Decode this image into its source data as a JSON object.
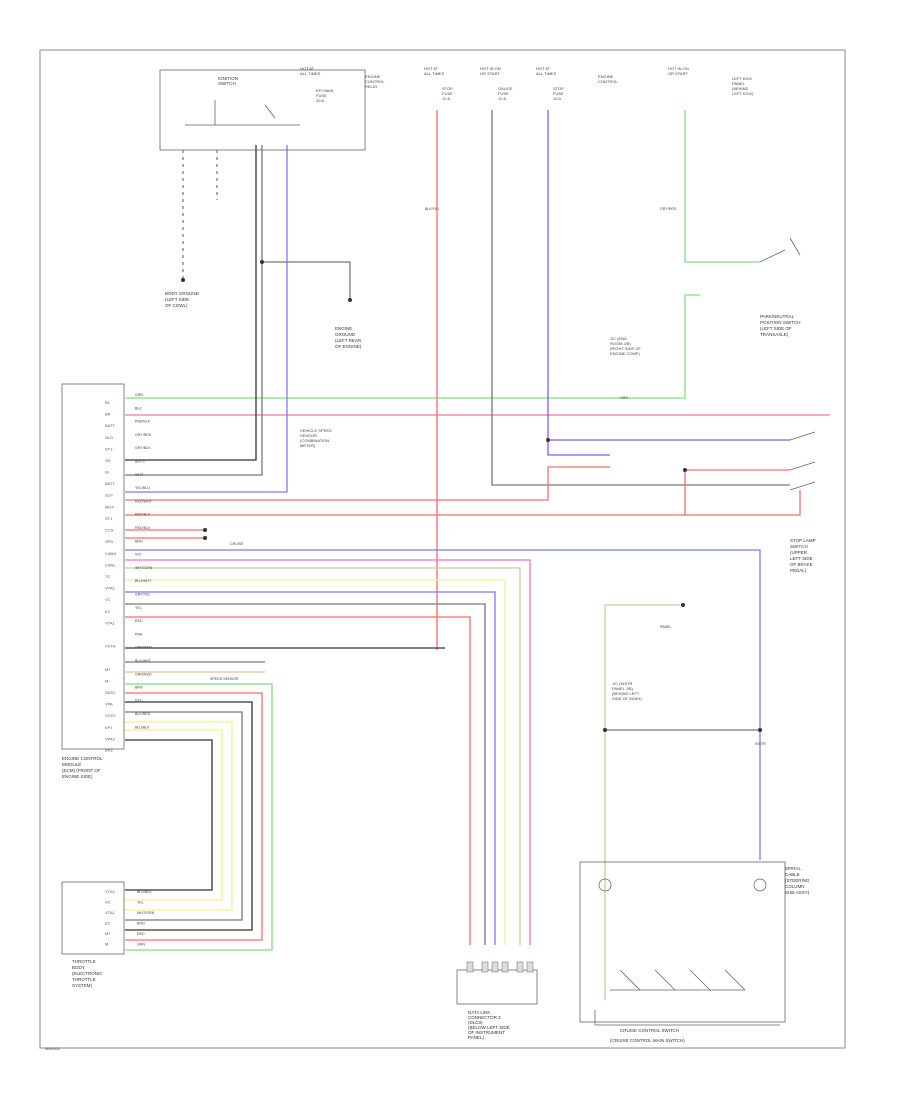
{
  "diagram": {
    "footer_code": "W00000",
    "colors": {
      "green": "#7ee07e",
      "pink": "#ff6fb0",
      "red": "#ff6b6b",
      "blue": "#7b7bff",
      "purple": "#7b5bff",
      "gray": "#777777",
      "yellow": "#f5f08a",
      "tan": "#d9c79a",
      "dark": "#333333"
    },
    "components": {
      "ecm": {
        "name": "ENGINE CONTROL MODULE (ECM)",
        "lines": [
          "ENGINE CONTROL",
          "MODULE",
          "(ECM) (FRONT OF",
          "ENGINE SIDE)"
        ]
      },
      "throttle": {
        "lines": [
          "THROTTLE",
          "BODY",
          "(ELECTRONIC",
          "THROTTLE",
          "SYSTEM)"
        ]
      },
      "dlc": {
        "lines": [
          "DATA LINK",
          "CONNECTOR 3",
          "(DLC3)",
          "(BELOW LEFT SIDE",
          "OF INSTRUMENT",
          "PANEL)"
        ]
      },
      "cruise_switch": {
        "lines": [
          "CRUISE CONTROL SWITCH",
          "(CRUISE CONTROL MAIN SWITCH)"
        ]
      },
      "spiral": {
        "lines": [
          "SPIRAL",
          "CABLE",
          "(STEERING",
          "COLUMN",
          "SUB-ASSY)"
        ]
      },
      "stop_lamp": {
        "lines": [
          "STOP LAMP",
          "SWITCH",
          "(UPPER",
          "LEFT SIDE",
          "OF BRAKE",
          "PEDAL)"
        ]
      },
      "park_neutral": {
        "lines": [
          "PARK/NEUTRAL",
          "POSITION SWITCH",
          "(LEFT SIDE OF",
          "TRANSAXLE)"
        ]
      },
      "igsw": {
        "lines": [
          "IGNITION",
          "SWITCH"
        ]
      },
      "engine_ground": {
        "lines": [
          "ENGINE",
          "GROUND",
          "(LEFT REAR",
          "OF ENGINE)"
        ]
      },
      "body_ground": {
        "lines": [
          "BODY GROUND",
          "(LEFT SIDE",
          "OF COWL)"
        ]
      },
      "vehicle_speed": {
        "lines": [
          "VEHICLE SPEED",
          "SENSOR",
          "(COMBINATION",
          "METER)"
        ]
      },
      "junction_1": {
        "lines": [
          "J/C (ENG",
          "ROOM J/B)",
          "(RIGHT SIDE OF",
          "ENGINE COMP)"
        ]
      },
      "junction_2": {
        "lines": [
          "J/C (INSTR",
          "PANEL J/B)",
          "(BEHIND LEFT",
          "SIDE OF DASH)"
        ]
      },
      "left_kick": {
        "lines": [
          "LEFT KICK",
          "PANEL",
          "(BEHIND",
          "LEFT KICK)"
        ]
      }
    },
    "top_labels": [
      {
        "lines": [
          "HOT AT",
          "ALL TIMES"
        ]
      },
      {
        "lines": [
          "ENGINE",
          "CONTROL",
          "RELAY"
        ]
      },
      {
        "lines": [
          "HOT AT",
          "ALL TIMES"
        ]
      },
      {
        "lines": [
          "HOT IN ON",
          "OR START"
        ]
      },
      {
        "lines": [
          "HOT AT",
          "ALL TIMES"
        ]
      },
      {
        "lines": [
          "ENGINE",
          "CONTROL"
        ]
      },
      {
        "lines": [
          "HOT IN ON",
          "OR START"
        ]
      }
    ],
    "fuses": [
      {
        "lines": [
          "EFI MAIN",
          "FUSE",
          "20 A"
        ]
      },
      {
        "lines": [
          "STOP",
          "FUSE",
          "10 A"
        ]
      },
      {
        "lines": [
          "GAUGE",
          "FUSE",
          "10 A"
        ]
      },
      {
        "lines": [
          "STOP",
          "FUSE",
          "10 A"
        ]
      }
    ],
    "ecm_pins": [
      "B1",
      "BR",
      "BATT",
      "SLO",
      "ST1-",
      "SD",
      "IG",
      "BATT",
      "STP",
      "MOT-",
      "ST1",
      "CCS",
      "SPD",
      "CANH",
      "CANL",
      "TC",
      "VTA2",
      "VC",
      "E2",
      "VTA1",
      "",
      "VCTA",
      "",
      "M+",
      "M-",
      "GE01",
      "VPA",
      "VCP2",
      "EP1",
      "VPA2",
      "EP2"
    ],
    "ecm_wire_codes": [
      "GRN",
      "BLK",
      "PNK/BLK",
      "GRY/RED",
      "GRY/BLK",
      "BLK/Y",
      "WHT",
      "YEL/BLU",
      "RED/WHT",
      "RED/BLK",
      "RED/BLK",
      "BRN",
      "VIO",
      "WHT/GRN",
      "BLU/WHT",
      "GRY/YEL",
      "YEL",
      "RED",
      "PNK",
      "GRN/WHT",
      "BLK/WHT",
      "GRN/RED",
      "BRN",
      "RED",
      "BLK/RED",
      "BLU/BLK"
    ],
    "throttle_pins": [
      "VTA2",
      "VC",
      "VTA1",
      "E2",
      "M+",
      "M-"
    ],
    "throttle_wire_codes": [
      "BLU/BLK",
      "YEL",
      "WHT/GRN",
      "BRN",
      "RED",
      "GRN"
    ],
    "misc_labels": [
      "SPEED SENSOR",
      "GRN",
      "BLK/YEL",
      "GRY/RED",
      "CRUISE",
      "PANEL",
      "INSTR"
    ]
  }
}
